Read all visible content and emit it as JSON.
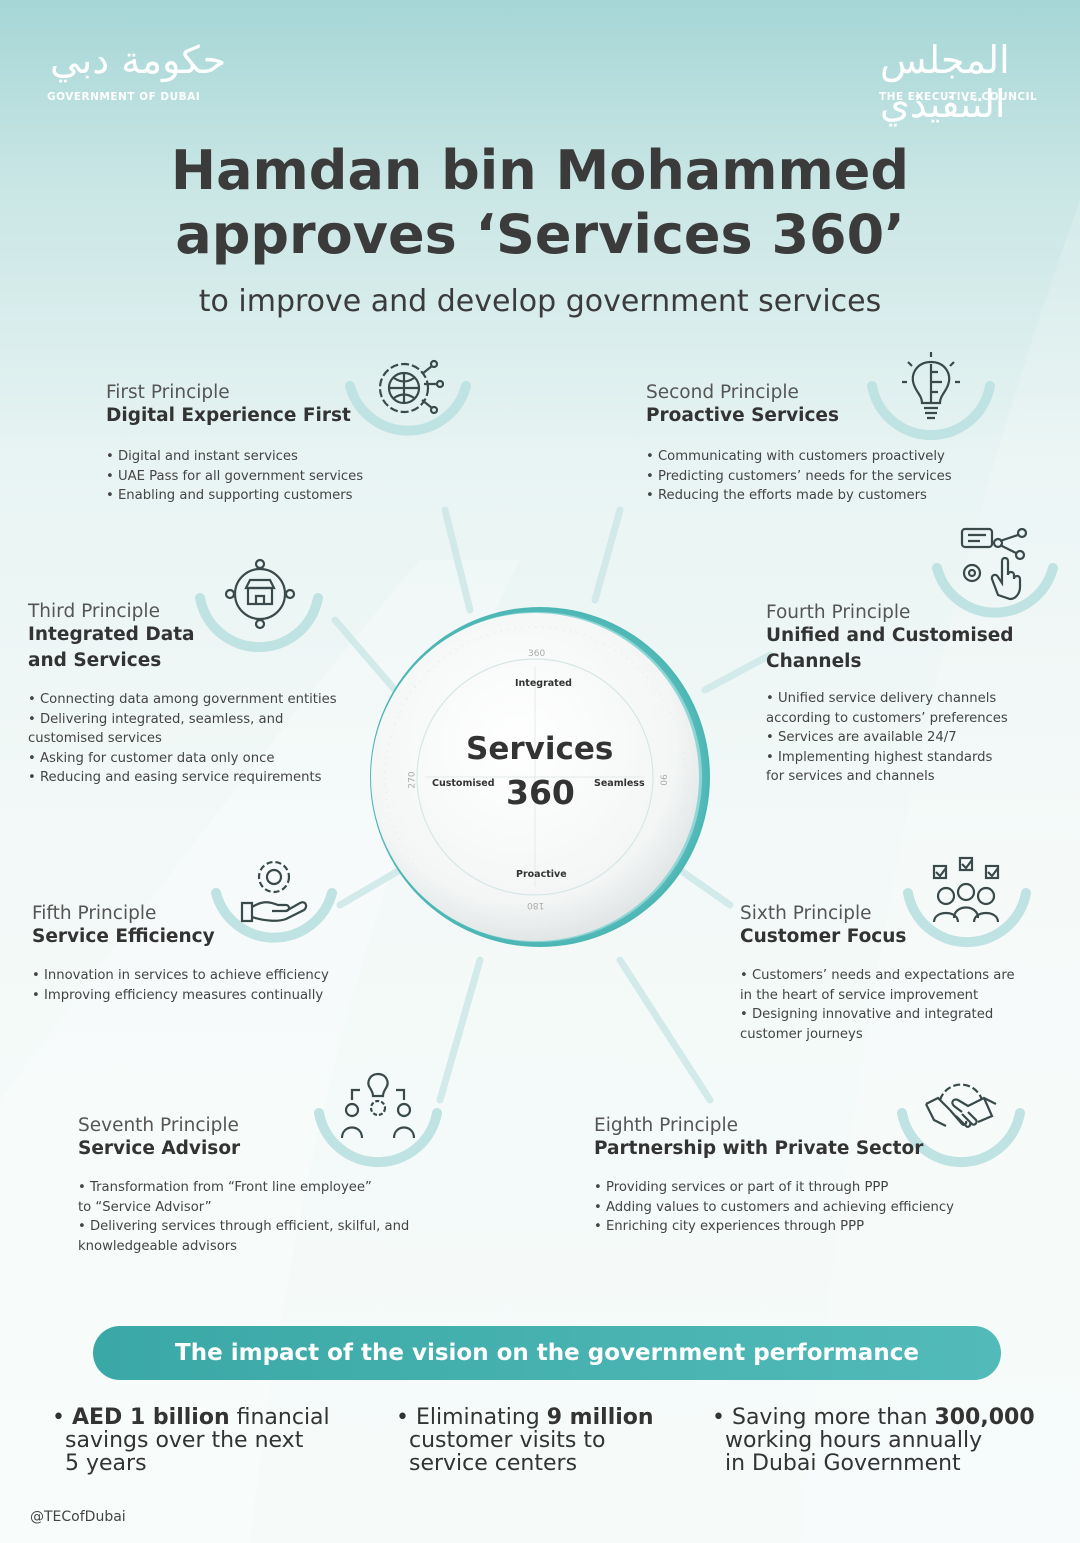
{
  "header": {
    "left_logo_arabic": "حكومة دبي",
    "left_logo_english": "GOVERNMENT OF DUBAI",
    "right_logo_arabic": "المجلس التنفيذي",
    "right_logo_english": "THE EXECUTIVE COUNCIL"
  },
  "title": {
    "line1": "Hamdan bin Mohammed",
    "line2": "approves ‘Services 360’",
    "subtitle": "to improve and develop government services"
  },
  "principles": [
    {
      "label": "First Principle",
      "name_lines": [
        "Digital Experience First"
      ],
      "icon": "globe-circuit-gear-icon",
      "bullets": [
        "• Digital and instant services",
        "• UAE Pass for all government services",
        "• Enabling and supporting customers"
      ]
    },
    {
      "label": "Second Principle",
      "name_lines": [
        "Proactive Services"
      ],
      "icon": "lightbulb-brain-icon",
      "bullets": [
        "• Communicating with customers proactively",
        "• Predicting customers’ needs for the services",
        "• Reducing the efforts made by customers"
      ]
    },
    {
      "label": "Third Principle",
      "name_lines": [
        "Integrated Data",
        "and Services"
      ],
      "icon": "network-store-icon",
      "bullets": [
        "• Connecting data among government entities",
        "• Delivering integrated, seamless, and\ncustomised services",
        "• Asking for customer data only once",
        "• Reducing and easing service requirements"
      ]
    },
    {
      "label": "Fourth Principle",
      "name_lines": [
        "Unified and Customised",
        "Channels"
      ],
      "icon": "touch-channels-icon",
      "bullets": [
        "• Unified service delivery channels\naccording to customers’ preferences",
        "• Services are available 24/7",
        "• Implementing highest standards\nfor services and channels"
      ]
    },
    {
      "label": "Fifth Principle",
      "name_lines": [
        "Service Efficiency"
      ],
      "icon": "hand-gear-icon",
      "bullets": [
        "• Innovation in services to achieve efficiency",
        "• Improving efficiency measures continually"
      ]
    },
    {
      "label": "Sixth Principle",
      "name_lines": [
        "Customer Focus"
      ],
      "icon": "customers-checklist-icon",
      "bullets": [
        "• Customers’ needs and expectations are\nin the heart of service improvement",
        "• Designing innovative and integrated\ncustomer journeys"
      ]
    },
    {
      "label": "Seventh Principle",
      "name_lines": [
        "Service Advisor"
      ],
      "icon": "advisor-people-icon",
      "bullets": [
        "• Transformation from “Front line employee”\nto “Service Advisor”",
        "• Delivering services through efficient, skilful, and\nknowledgeable advisors"
      ]
    },
    {
      "label": "Eighth Principle",
      "name_lines": [
        "Partnership with Private Sector"
      ],
      "icon": "handshake-gear-icon",
      "bullets": [
        "• Providing services or part of it through PPP",
        "• Adding values to customers and achieving efficiency",
        "• Enriching city experiences through PPP"
      ]
    }
  ],
  "center": {
    "title_line1": "Services",
    "title_line2": "360",
    "label_top": "Integrated",
    "label_left": "Customised",
    "label_right": "Seamless",
    "label_bottom": "Proactive",
    "deg_top": "360",
    "deg_right": "90",
    "deg_bottom": "180",
    "deg_left": "270"
  },
  "impact": {
    "banner": "The impact of the vision on the government performance",
    "items": [
      {
        "bullet": "• ",
        "pre": "",
        "bold": "AED 1 billion",
        "post": " financial",
        "line2": "savings over the next",
        "line3": "5 years"
      },
      {
        "bullet": "• ",
        "pre": "Eliminating ",
        "bold": "9 million",
        "post": "",
        "line2": "customer visits to",
        "line3": "service centers"
      },
      {
        "bullet": "• ",
        "pre": "Saving more than ",
        "bold": "300,000",
        "post": "",
        "line2": "working hours annually",
        "line3": "in Dubai Government"
      }
    ]
  },
  "footer": {
    "handle": "@TECofDubai"
  },
  "colors": {
    "teal": "#3fb0ae",
    "arc": "#bfe3e2",
    "title": "#3b3b3b"
  }
}
